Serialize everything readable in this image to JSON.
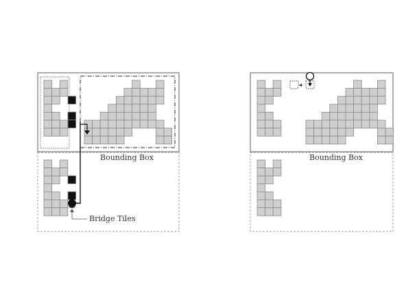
{
  "labels": {
    "bounding_box_left": "Bounding Box",
    "bounding_box_right": "Bounding Box",
    "bridge_tiles": "Bridge Tiles"
  },
  "colors": {
    "tile_fill": "#cfcfcf",
    "tile_stroke": "#8a8a8a",
    "bridge_tile": "#111111",
    "box_stroke": "#777777",
    "dashed_stroke": "#9a9a9a",
    "background": "#ffffff"
  }
}
